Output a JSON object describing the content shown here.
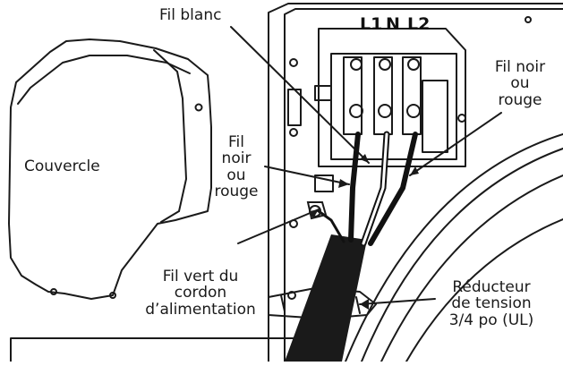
{
  "diagram": {
    "labels": {
      "cover": "Couvercle",
      "white_wire": "Fil blanc",
      "terminal_l1": "L1",
      "terminal_n": "N",
      "terminal_l2": "L2",
      "black_red_wire_right": [
        "Fil noir",
        "ou",
        "rouge"
      ],
      "black_red_wire_left": [
        "Fil",
        "noir",
        "ou",
        "rouge"
      ],
      "green_wire": [
        "Fil vert du",
        "cordon",
        "d’alimentation"
      ],
      "strain_relief": [
        "Réducteur",
        "de tension",
        "3/4 po (UL)"
      ]
    }
  }
}
